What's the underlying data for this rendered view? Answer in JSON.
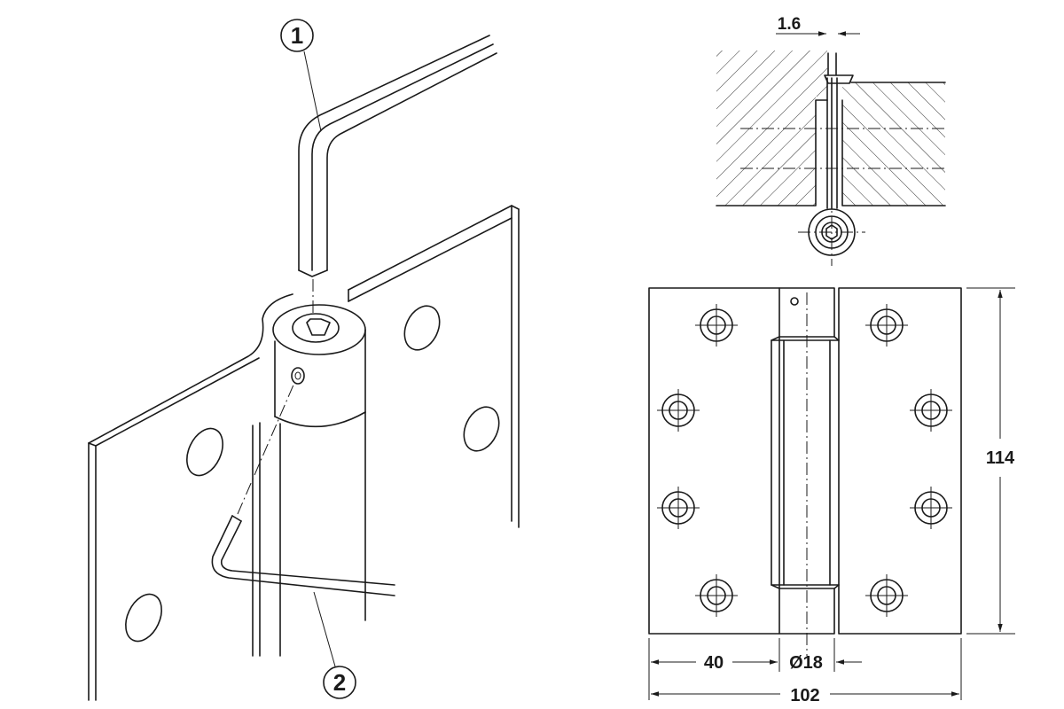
{
  "callouts": {
    "c1": "1",
    "c2": "2"
  },
  "dimensions": {
    "gap": "1.6",
    "height": "114",
    "leaf_width": "40",
    "pin_diameter": "Ø18",
    "total_width": "102"
  }
}
